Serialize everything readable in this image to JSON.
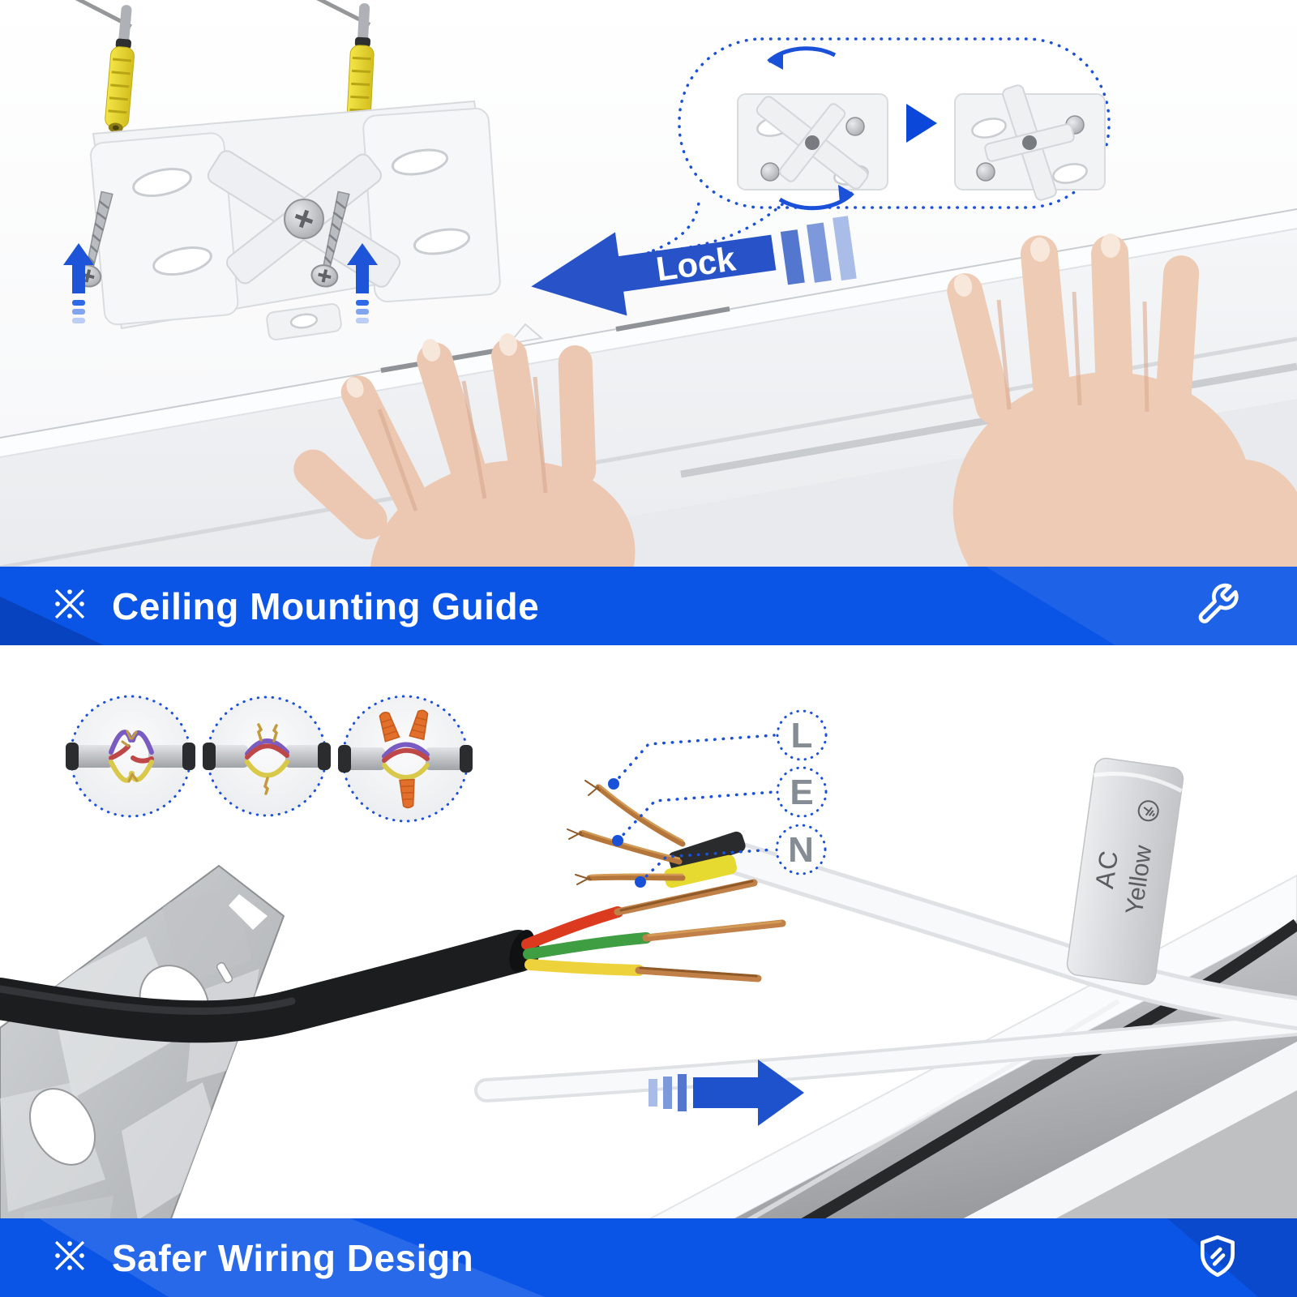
{
  "page": {
    "accent_blue": "#0B55E6",
    "arrow_blue": "#2853C8",
    "leader_blue": "#1B50D9",
    "terminal_letter_gray": "#868C93"
  },
  "mounting": {
    "lock_label": "Lock",
    "banner": {
      "title": "Ceiling Mounting Guide",
      "left_icon": "sparkle-icon",
      "right_icon": "wrench-icon",
      "bg": "#0B55E6",
      "text_color": "#FFFFFF"
    }
  },
  "wiring": {
    "banner": {
      "title": "Safer Wiring Design",
      "left_icon": "sparkle-icon",
      "right_icon": "shield-check-icon",
      "bg": "#0B55E6",
      "text_color": "#FFFFFF"
    },
    "terminals": [
      {
        "label": "L"
      },
      {
        "label": "E"
      },
      {
        "label": "N"
      }
    ],
    "cable_tag": {
      "line1": "AC",
      "line2": "Yellow",
      "symbol": "earth-ground-icon"
    }
  }
}
